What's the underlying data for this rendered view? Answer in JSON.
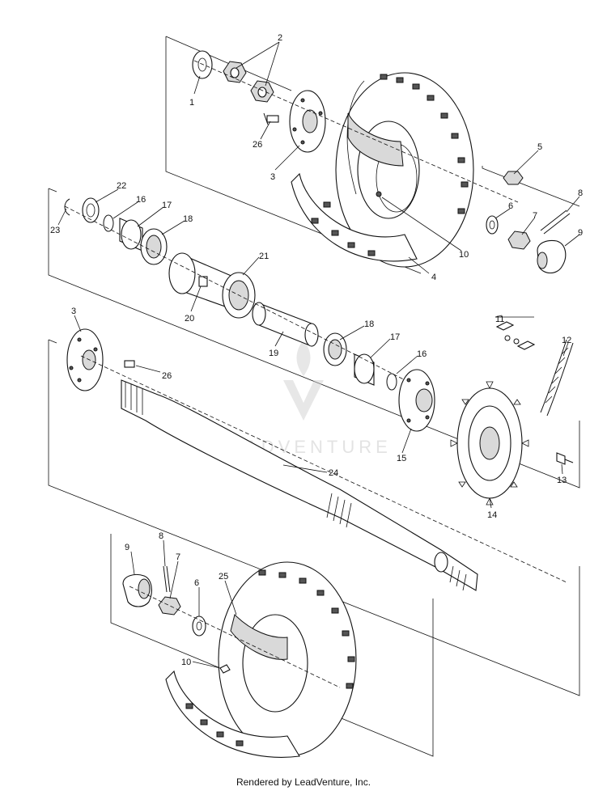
{
  "footer": "Rendered by LeadVenture, Inc.",
  "watermark": {
    "text": "LEADVENTURE"
  },
  "callouts": {
    "c1": "1",
    "c2": "2",
    "c3a": "3",
    "c26a": "26",
    "c4": "4",
    "c5": "5",
    "c6a": "6",
    "c7a": "7",
    "c8a": "8",
    "c9a": "9",
    "c10a": "10",
    "c22": "22",
    "c16a": "16",
    "c17a": "17",
    "c18a": "18",
    "c23": "23",
    "c21": "21",
    "c20": "20",
    "c19": "19",
    "c18b": "18",
    "c17b": "17",
    "c16b": "16",
    "c11": "11",
    "c12": "12",
    "c3b": "3",
    "c26b": "26",
    "c15": "15",
    "c14": "14",
    "c13": "13",
    "c24": "24",
    "c9b": "9",
    "c8b": "8",
    "c7b": "7",
    "c6b": "6",
    "c25": "25",
    "c10b": "10"
  }
}
